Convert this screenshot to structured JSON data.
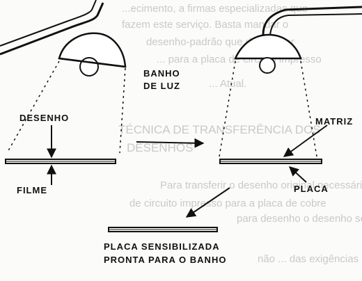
{
  "background_text": {
    "lines": [
      "...ecimento, a firmas especializadas que",
      "fazem este serviço. Basta mandar o",
      "desenho-padrão que devem ser",
      "... para a placa de circuito impresso",
      "... Atual.",
      "TÉCNICA DE TRANSFERÊNCIA DOS",
      "DESENHOS",
      "Para transferir o desenho original necessário fotolito",
      "de circuito impresso para a placa de cobre",
      "para desenho o desenho sobre a",
      "não ... das exigências ..."
    ]
  },
  "labels": {
    "bath_line1": "BANHO",
    "bath_line2": "DE LUZ",
    "drawing": "DESENHO",
    "film": "FILME",
    "matrix": "MATRIZ",
    "plate": "PLACA",
    "sensitized_line1": "PLACA SENSIBILIZADA",
    "sensitized_line2": "PRONTA PARA O BANHO"
  },
  "colors": {
    "ink": "#111111",
    "ghost_text": "#c9c9c9"
  }
}
